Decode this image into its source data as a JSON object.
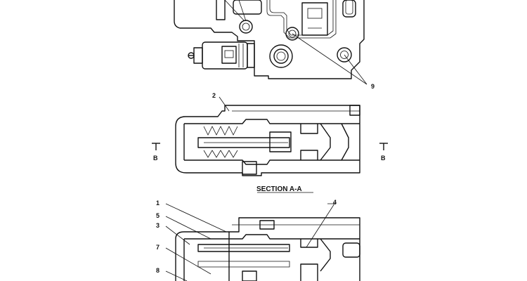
{
  "callouts": {
    "top_9": "9",
    "mid_2": "2",
    "bot_1": "1",
    "bot_5": "5",
    "bot_3": "3",
    "bot_7": "7",
    "bot_8": "8",
    "bot_4": "4"
  },
  "section_marks": {
    "left": "B",
    "right": "B"
  },
  "section_title": "SECTION  A-A"
}
